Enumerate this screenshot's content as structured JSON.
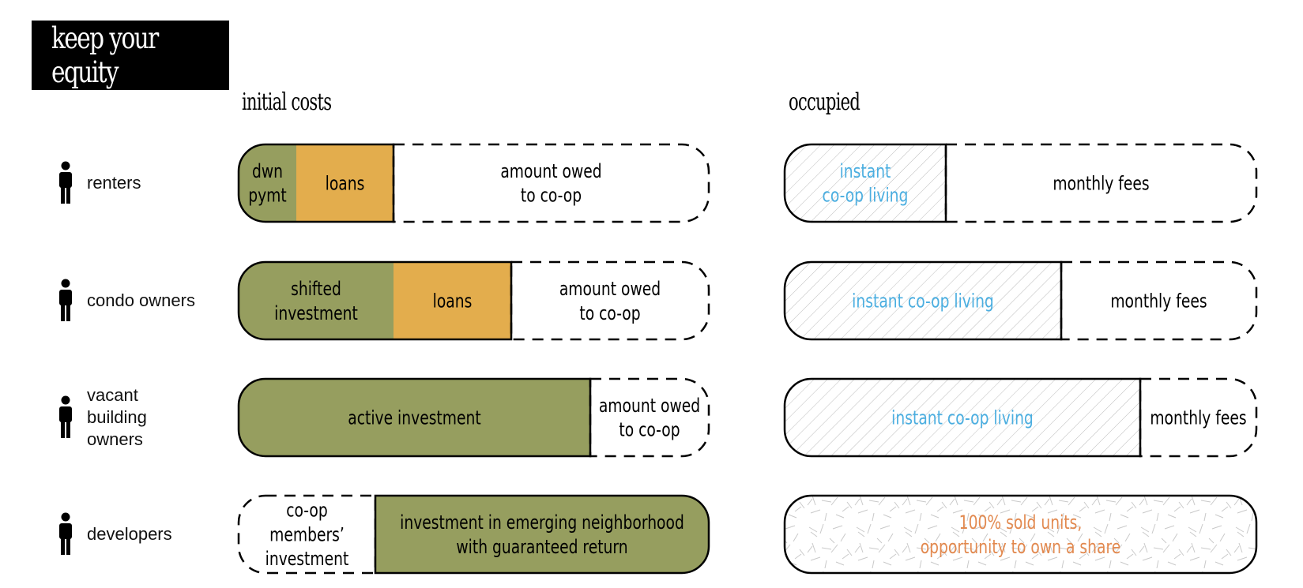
{
  "title": "keep your equity",
  "headers": {
    "initial_costs": "initial costs",
    "occupied": "occupied"
  },
  "colors": {
    "green": "#969e5f",
    "orange": "#e3ad4d",
    "blue_text": "#4baee0",
    "orange_text": "#e2894f",
    "black": "#000000"
  },
  "rows": [
    {
      "label": [
        "renters"
      ],
      "initial": [
        {
          "kind": "green",
          "text": [
            "dwn",
            "pymt"
          ]
        },
        {
          "kind": "orange",
          "text": [
            "loans"
          ]
        },
        {
          "kind": "dashed",
          "text": [
            "amount owed",
            "to co-op"
          ]
        }
      ],
      "occupied": [
        {
          "kind": "hatched",
          "text": [
            "instant",
            "co-op living"
          ]
        },
        {
          "kind": "dashed",
          "text": [
            "monthly fees"
          ]
        }
      ]
    },
    {
      "label": [
        "condo owners"
      ],
      "initial": [
        {
          "kind": "green",
          "text": [
            "shifted",
            "investment"
          ]
        },
        {
          "kind": "orange",
          "text": [
            "loans"
          ]
        },
        {
          "kind": "dashed",
          "text": [
            "amount owed",
            "to co-op"
          ]
        }
      ],
      "occupied": [
        {
          "kind": "hatched",
          "text": [
            "instant co-op living"
          ]
        },
        {
          "kind": "dashed",
          "text": [
            "monthly fees"
          ]
        }
      ]
    },
    {
      "label": [
        "vacant",
        "building",
        "owners"
      ],
      "initial": [
        {
          "kind": "green",
          "text": [
            "active investment"
          ]
        },
        {
          "kind": "dashed",
          "text": [
            "amount owed",
            "to co-op"
          ]
        }
      ],
      "occupied": [
        {
          "kind": "hatched",
          "text": [
            "instant co-op living"
          ]
        },
        {
          "kind": "dashed",
          "text": [
            "monthly fees"
          ]
        }
      ]
    },
    {
      "label": [
        "developers"
      ],
      "initial": [
        {
          "kind": "dashed",
          "text": [
            "co-op",
            "members’",
            "investment"
          ]
        },
        {
          "kind": "green",
          "text": [
            "investment in emerging neighborhood",
            "with guaranteed return"
          ]
        }
      ],
      "occupied": [
        {
          "kind": "confetti",
          "text": [
            "100% sold units,",
            "opportunity to own a share"
          ]
        }
      ]
    }
  ]
}
